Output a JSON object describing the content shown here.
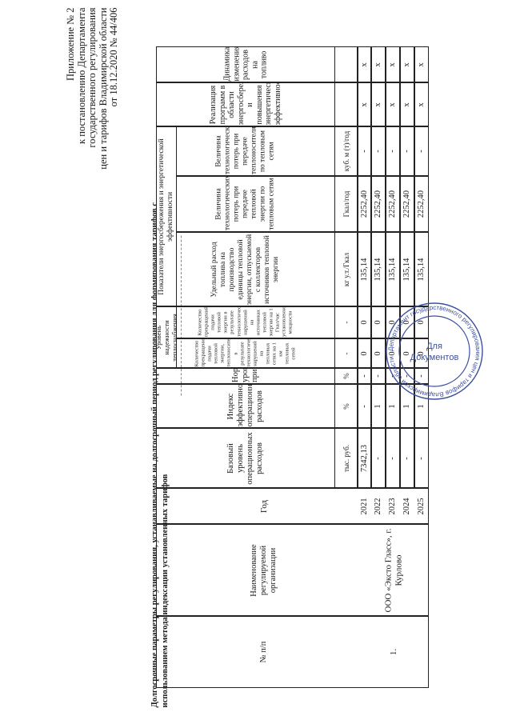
{
  "approval": {
    "line1": "Приложение № 2",
    "line2": "к постановлению Департамента",
    "line3": "государственного регулирования",
    "line4": "цен и тарифов Владимирской области",
    "line5": "от 18.12.2020 № 44/406"
  },
  "title": {
    "line1": "Долгосрочные параметры регулирования, устанавливаемые на долгосрочный период регулирования для формирования тарифов с",
    "line2": "использованием метода индексации установленных тарифов"
  },
  "table": {
    "headers": {
      "num": "№ п/п",
      "org": "Наименование регулируемой организации",
      "year": "Год",
      "base_opex": "Базовый уровень операционных расходов",
      "opex_index": "Индекс эффективности операционных расходов",
      "profit": "Нормативный уровень прибыли",
      "reliability": "Уровень надежности теплоснабжения",
      "rel_networks": "Количество прекращений подачи тепловой энергии, теплоносителя в результате технологических нарушений на тепловых сетях на 1 км тепловых сетей",
      "rel_sources": "Количество прекращений подачи тепловой энергии в результате технологических нарушений на источниках тепловой энергии на 1 Гкал/час установленной мощности",
      "energy": "Показатели энергосбережения и энергетической эффективности",
      "fuel": "Удельный расход топлива на производство единицы тепловой энергии, отпускаемой с коллекторов источников тепловой энергии",
      "heat_loss": "Величина технологических потерь при передаче тепловой энергии по тепловым сетям",
      "carrier_loss": "Величина технологических потерь при передаче теплоносителя по тепловым сетям",
      "programs": "Реализация программ в области энергосбережения и повышения энергетической эффективности",
      "fuel_dynamics": "Динамика изменения расходов на топливо"
    },
    "units": {
      "base_opex": "тыс. руб.",
      "opex_index": "%",
      "profit": "%",
      "rel_networks": "-",
      "rel_sources": "-",
      "fuel": "кг у.т./Гкал",
      "heat_loss": "Гкал/год",
      "carrier_loss": "куб. м (т)/год",
      "programs": "",
      "fuel_dynamics": ""
    },
    "org_num": "1.",
    "org_name": "ООО «Эксто Гласс», г. Курлово",
    "rows": [
      {
        "year": "2021",
        "base_opex": "7342,13",
        "opex_index": "-",
        "profit": "-",
        "rel_networks": "0",
        "rel_sources": "0",
        "fuel": "135,14",
        "heat_loss": "2252,40",
        "carrier_loss": "-",
        "programs": "х",
        "fuel_dynamics": "х"
      },
      {
        "year": "2022",
        "base_opex": "-",
        "opex_index": "1",
        "profit": "-",
        "rel_networks": "0",
        "rel_sources": "0",
        "fuel": "135,14",
        "heat_loss": "2252,40",
        "carrier_loss": "-",
        "programs": "х",
        "fuel_dynamics": "х"
      },
      {
        "year": "2023",
        "base_opex": "-",
        "opex_index": "1",
        "profit": "-",
        "rel_networks": "0",
        "rel_sources": "0",
        "fuel": "135,14",
        "heat_loss": "2252,40",
        "carrier_loss": "-",
        "programs": "х",
        "fuel_dynamics": "х"
      },
      {
        "year": "2024",
        "base_opex": "-",
        "opex_index": "1",
        "profit": "-",
        "rel_networks": "0",
        "rel_sources": "0",
        "fuel": "135,14",
        "heat_loss": "2252,40",
        "carrier_loss": "-",
        "programs": "х",
        "fuel_dynamics": "х"
      },
      {
        "year": "2025",
        "base_opex": "-",
        "opex_index": "1",
        "profit": "-",
        "rel_networks": "0",
        "rel_sources": "0",
        "fuel": "135,14",
        "heat_loss": "2252,40",
        "carrier_loss": "-",
        "programs": "х",
        "fuel_dynamics": "х"
      }
    ]
  },
  "stamp": {
    "ring_text": "Департамент государственного регулирования цен и тарифов Владимирской области",
    "center_line1": "Для",
    "center_line2": "Документов"
  }
}
